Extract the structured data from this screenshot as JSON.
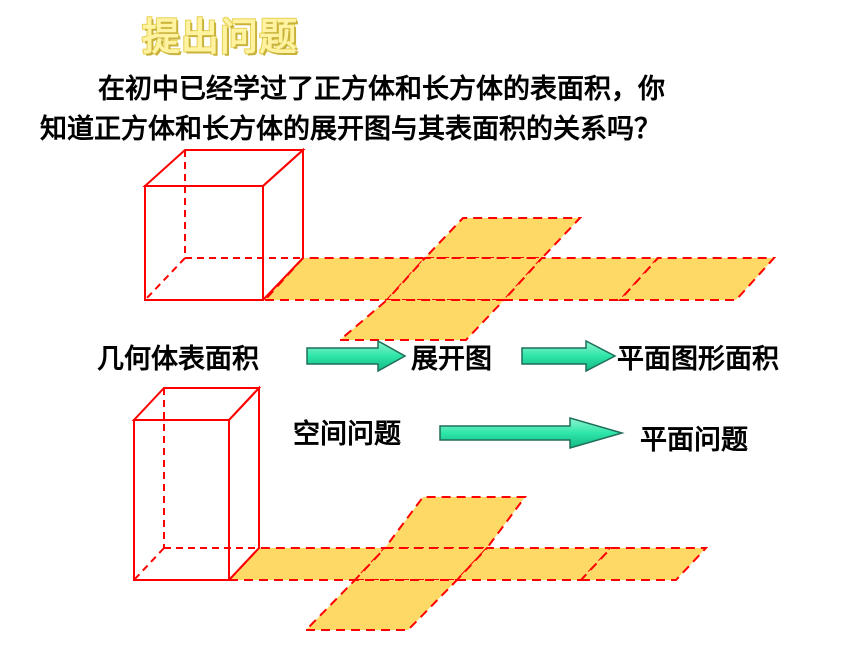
{
  "title": "提出问题",
  "question": {
    "line1": "在初中已经学过了正方体和长方体的表面积，你",
    "line2": "知道正方体和长方体的展开图与其表面积的关系吗？"
  },
  "flow1": {
    "step1": "几何体表面积",
    "step2": "展开图",
    "step3": "平面图形面积"
  },
  "flow2": {
    "step1": "空间问题",
    "step2": "平面问题"
  },
  "colors": {
    "edge": "#ff0000",
    "face_fill": "#ffd966",
    "arrow_fill": "#2ee6a8",
    "arrow_stroke": "#1f6f5a",
    "title": "#fff2a0"
  }
}
